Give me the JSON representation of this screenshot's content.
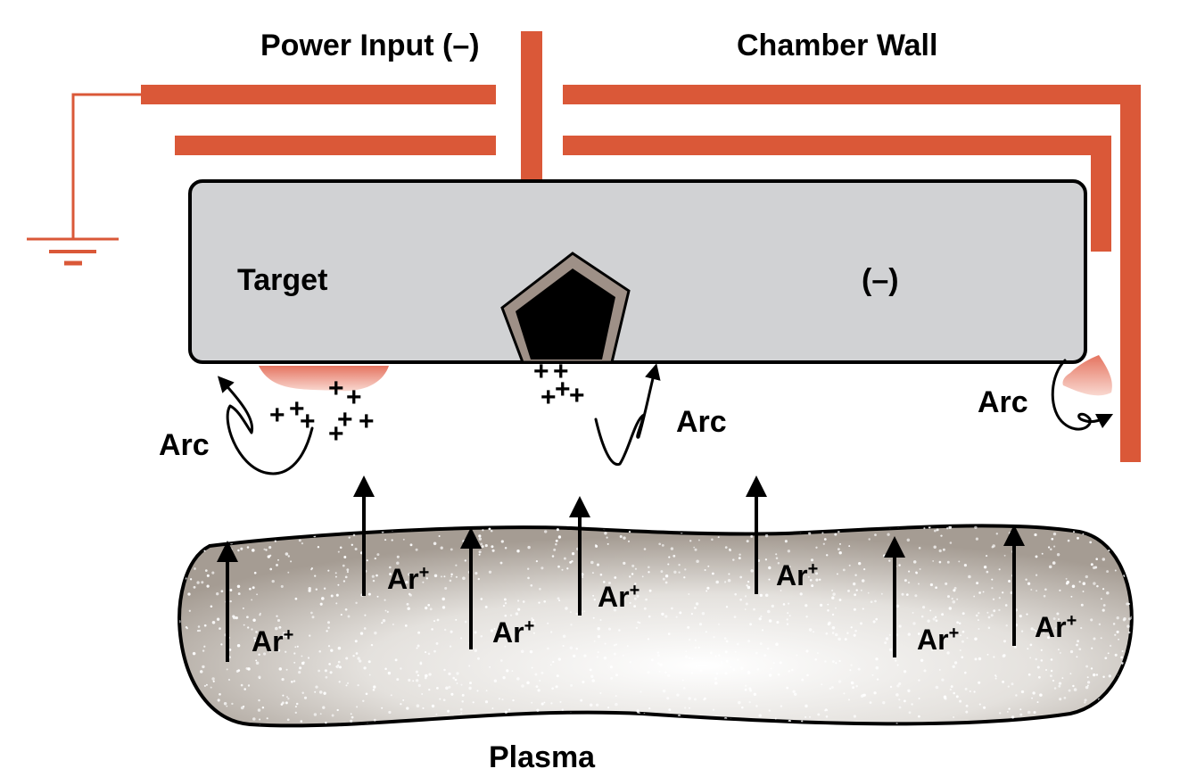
{
  "labels": {
    "power_input": "Power Input (–)",
    "chamber_wall": "Chamber Wall",
    "target": "Target",
    "target_polarity": "(–)",
    "plasma": "Plasma",
    "arc": "Arc",
    "ion": "Ar",
    "ion_charge": "+"
  },
  "colors": {
    "wall": "#DA5838",
    "target_fill": "#D1D2D4",
    "inclusion_outer": "#9E9087",
    "inclusion_inner": "#000000",
    "arc_spot": "#EE8C7A",
    "plasma_edge": "#A59C93",
    "plasma_center": "#FFFFFF"
  },
  "icons": {
    "ground": "ground-symbol-icon",
    "inclusion": "pentagon-inclusion-icon",
    "ion_flow": "arrow-up-icon",
    "arc": "arc-squiggle-icon"
  }
}
